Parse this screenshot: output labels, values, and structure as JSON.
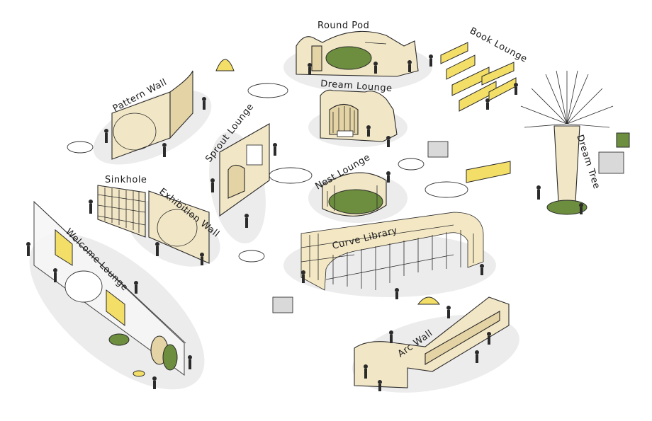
{
  "zones": {
    "round_pod": "Round Pod",
    "book_lounge": "Book Lounge",
    "pattern_wall": "Pattern Wall",
    "dream_lounge": "Dream Lounge",
    "sprout_lounge": "Sprout Lounge",
    "dream_tree": "Dream Tree",
    "nest_lounge": "Nest Lounge",
    "sinkhole": "Sinkhole",
    "exhibition_wall": "Exhibition Wall",
    "welcome_lounge": "Welcome Lounge",
    "curve_library": "Curve Library",
    "arc_wall": "Arc Wall"
  },
  "colors": {
    "wall": "#f1e6c6",
    "accent_green": "#6c8e3e",
    "accent_yellow": "#f3df67",
    "floor_shadow": "#ececec"
  }
}
